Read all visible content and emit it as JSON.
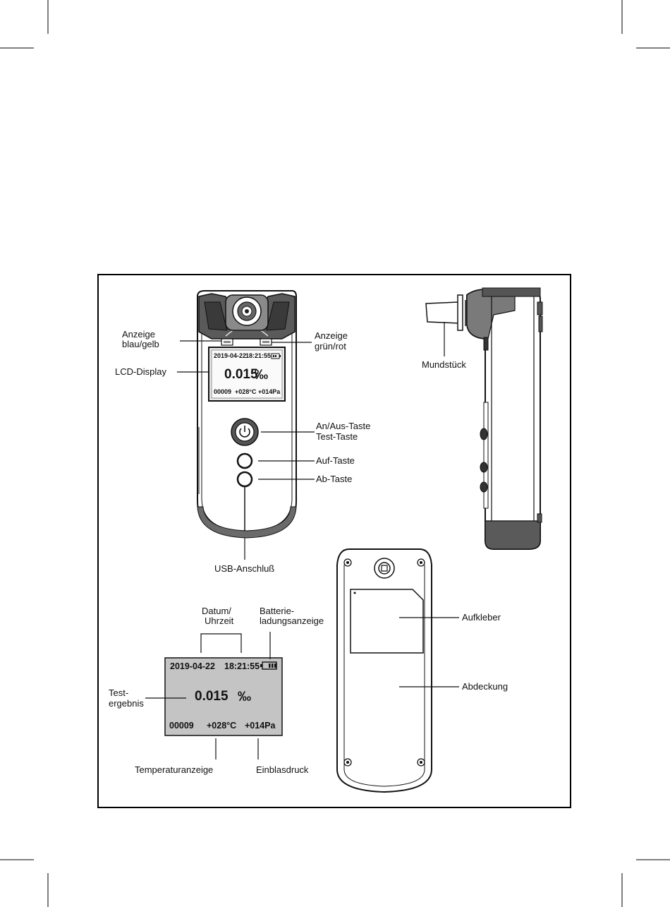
{
  "callouts": {
    "indicator_left": [
      "Anzeige",
      "blau/gelb"
    ],
    "indicator_right": [
      "Anzeige",
      "grün/rot"
    ],
    "lcd_display": "LCD-Display",
    "power_button": [
      "An/Aus-Taste",
      "Test-Taste"
    ],
    "up_button": "Auf-Taste",
    "down_button": "Ab-Taste",
    "usb_port": "USB-Anschluß",
    "mouthpiece": "Mundstück",
    "sticker": "Aufkleber",
    "cover": "Abdeckung",
    "date_time": [
      "Datum/",
      "Uhrzeit"
    ],
    "battery": [
      "Batterie-",
      "ladungsanzeige"
    ],
    "test_result": [
      "Test-",
      "ergebnis"
    ],
    "temperature": "Temperaturanzeige",
    "blow_pressure": "Einblasdruck"
  },
  "lcd": {
    "date": "2019-04-22",
    "time": "18:21:55",
    "value": "0.015",
    "unit": "‰",
    "counter": "00009",
    "temperature": "+028°C",
    "pressure": "+014Pa"
  },
  "colors": {
    "lcd_background": "#c4c4c4",
    "device_dark": "#4a4a4a",
    "device_light": "#ffffff",
    "line": "#111111"
  }
}
